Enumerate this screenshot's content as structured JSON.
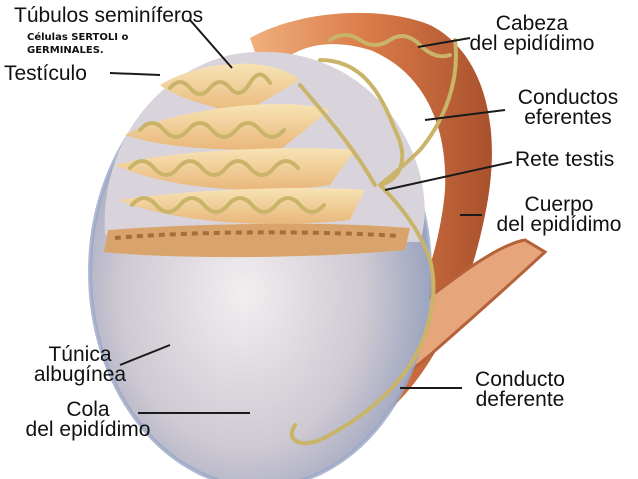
{
  "labels": {
    "tubulos": "Túbulos seminíferos",
    "celulas_line1": "Células SERTOLI o",
    "celulas_line2": "GERMINALES.",
    "testiculo": "Testículo",
    "cabeza_line1": "Cabeza",
    "cabeza_line2": "del epidídimo",
    "conductos_line1": "Conductos",
    "conductos_line2": "eferentes",
    "rete": "Rete testis",
    "cuerpo_line1": "Cuerpo",
    "cuerpo_line2": "del epidídimo",
    "tunica_line1": "Túnica",
    "tunica_line2": "albugínea",
    "cola_line1": "Cola",
    "cola_line2": "del epidídimo",
    "deferente_line1": "Conducto",
    "deferente_line2": "deferente"
  },
  "colors": {
    "label_text": "#111111",
    "leader_line": "#1a1a1a",
    "tubule": "#c9b46a",
    "epididymis": "#d98a5a",
    "testis_body": "#cfc7c9",
    "tunica": "#9aa8c6",
    "lobule_bg": "#f2c98f"
  }
}
